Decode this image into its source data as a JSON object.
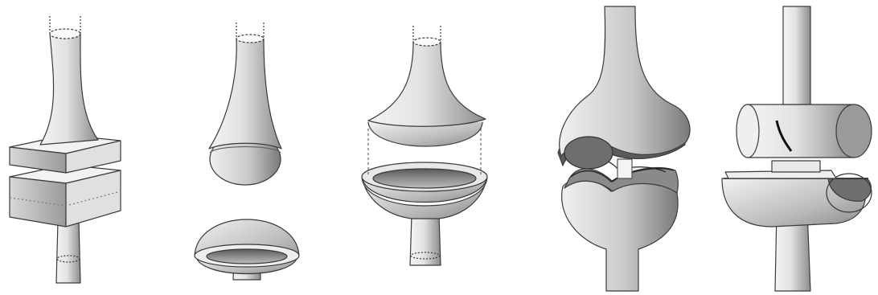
{
  "figure": {
    "panels": [
      {
        "subject": "block-joint"
      },
      {
        "subject": "ball-and-socket-joint"
      },
      {
        "subject": "shallow-cup-joint"
      },
      {
        "subject": "anatomical-knee-joint"
      },
      {
        "subject": "cylinder-hinge-joint"
      }
    ],
    "colors": {
      "background": "#ffffff",
      "ink": "#3a3a3a",
      "shade_light": "#e6e6e6",
      "shade_mid": "#b5b5b5",
      "shade_dark": "#6e6e6e"
    }
  }
}
